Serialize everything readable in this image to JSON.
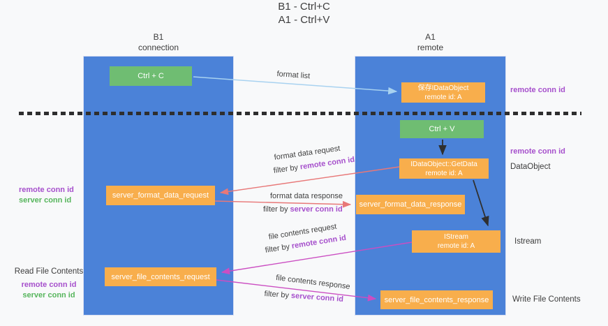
{
  "title": {
    "line1": "B1 - Ctrl+C",
    "line2": "A1 - Ctrl+V"
  },
  "lifelines": {
    "left": {
      "name": "B1",
      "role": "connection"
    },
    "right": {
      "name": "A1",
      "role": "remote"
    }
  },
  "boxes": {
    "ctrl_c": {
      "label": "Ctrl + C"
    },
    "ctrl_v": {
      "label": "Ctrl + V"
    },
    "save_idataobject": {
      "line1": "保存IDataObject",
      "line2": "remote id: A"
    },
    "idataobject_getdata": {
      "line1": "IDataObject::GetData",
      "line2": "remote id: A"
    },
    "istream": {
      "line1": "IStream",
      "line2": "remote id: A"
    },
    "server_format_data_request": {
      "label": "server_format_data_request"
    },
    "server_format_data_response": {
      "label": "server_format_data_response"
    },
    "server_file_contents_request": {
      "label": "server_file_contents_request"
    },
    "server_file_contents_response": {
      "label": "server_file_contents_response"
    }
  },
  "arrow_labels": {
    "format_list": "format list",
    "format_data_request": "format data request",
    "format_data_response": "format data response",
    "file_contents_request": "file contents request",
    "file_contents_response": "file contents response",
    "filter_by": "filter by",
    "remote_conn_id": "remote conn id",
    "server_conn_id": "server conn id"
  },
  "side_labels": {
    "remote_conn_id": "remote conn id",
    "server_conn_id": "server conn id",
    "read_file_contents": "Read File Contents",
    "write_file_contents": "Write File Contents",
    "dataobject": "DataObject",
    "istream": "Istream"
  },
  "colors": {
    "lifeline_blue": "#4b82d8",
    "box_orange": "#f8ae4c",
    "box_green": "#6fbd72",
    "arrow_light_blue": "#a8d2f0",
    "arrow_black": "#2f2f2f",
    "arrow_red": "#e87878",
    "arrow_magenta": "#cb4ec2",
    "label_purple": "#a650cc",
    "label_green": "#56b55c"
  }
}
